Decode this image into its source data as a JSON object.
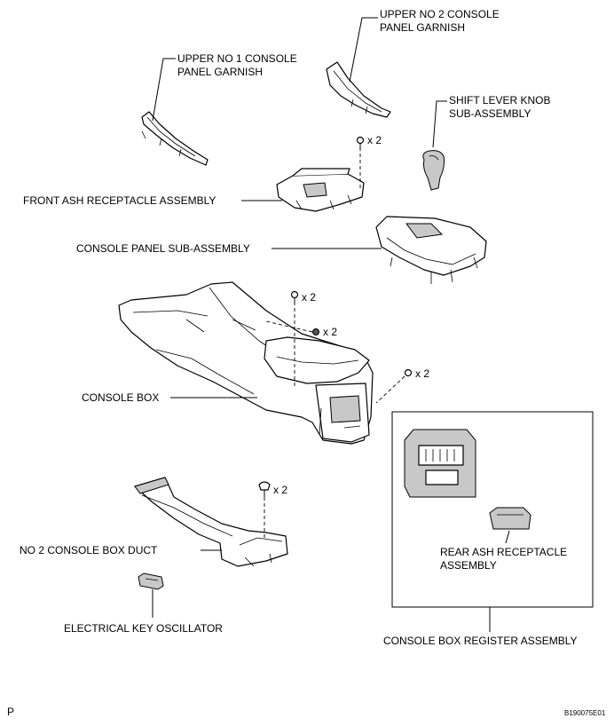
{
  "labels": {
    "upper_no2": [
      "UPPER NO  2 CONSOLE",
      "PANEL GARNISH"
    ],
    "upper_no1": [
      "UPPER NO  1 CONSOLE",
      "PANEL GARNISH"
    ],
    "shift_knob": [
      "SHIFT LEVER KNOB",
      "SUB-ASSEMBLY"
    ],
    "front_ash": "FRONT ASH RECEPTACLE ASSEMBLY",
    "console_panel": "CONSOLE PANEL SUB-ASSEMBLY",
    "console_box": "CONSOLE BOX",
    "no2_duct": "NO  2 CONSOLE BOX DUCT",
    "key_osc": "ELECTRICAL KEY OSCILLATOR",
    "rear_ash": [
      "REAR ASH RECEPTACLE",
      "ASSEMBLY"
    ],
    "register": "CONSOLE BOX REGISTER ASSEMBLY"
  },
  "fasteners": {
    "front_ash": "x 2",
    "console_box_top": "x 2",
    "console_box_mid": "x 2",
    "console_box_side": "x 2",
    "duct": "x 2"
  },
  "footer": {
    "left": "P",
    "code": "B190075E01"
  }
}
